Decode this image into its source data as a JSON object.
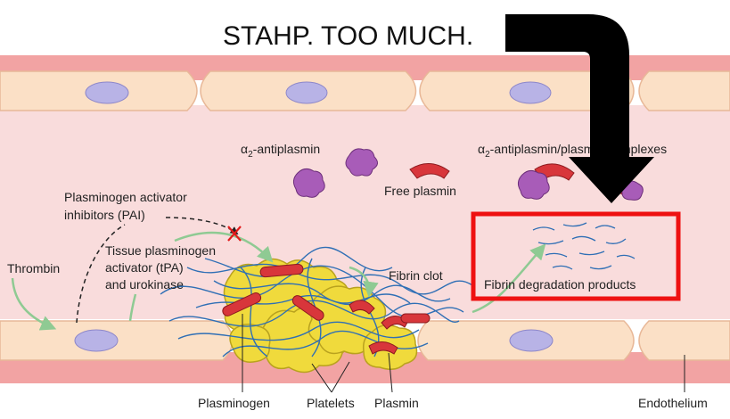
{
  "caption": "STAHP. TOO MUCH.",
  "labels": {
    "a2_antiplasmin_alpha": "α",
    "a2_antiplasmin_sub": "2",
    "a2_antiplasmin_rest": "-antiplasmin",
    "complex_alpha": "α",
    "complex_sub": "2",
    "complex_rest": "-antiplasmin/plasmin complexes",
    "free_plasmin": "Free plasmin",
    "pai_line1": "Plasminogen activator",
    "pai_line2": "inhibitors (PAI)",
    "tpa_line1": "Tissue plasminogen",
    "tpa_line2": "activator (tPA)",
    "tpa_line3": "and urokinase",
    "thrombin": "Thrombin",
    "fibrin_clot": "Fibrin clot",
    "fibrin_degradation": "Fibrin degradation products",
    "plasminogen": "Plasminogen",
    "platelets": "Platelets",
    "plasmin": "Plasmin",
    "endothelium": "Endothelium"
  },
  "colors": {
    "vessel_wall": "#f2a3a3",
    "lumen": "#f9dcdc",
    "cell": "#fbe0c6",
    "nucleus": "#b8b3e6",
    "platelet": "#f0da3c",
    "plasmin": "#d8363b",
    "antiplasmin": "#a85cb8",
    "fibrin": "#2f6fb5",
    "arrow": "#8fca93",
    "highlight_box": "#ee1111",
    "big_arrow": "#000000"
  },
  "icons": {
    "block_mark": "red-x-icon"
  }
}
